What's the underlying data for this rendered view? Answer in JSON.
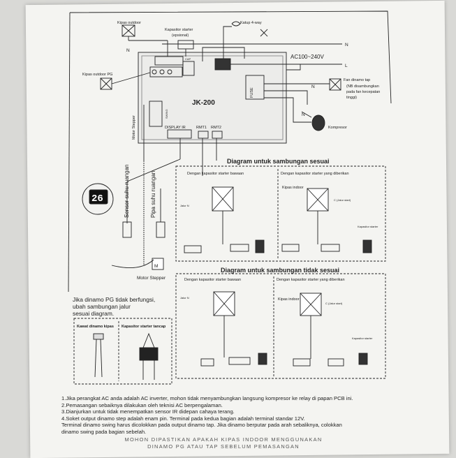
{
  "top": {
    "kipas_outdoor": "Kipas outdoor",
    "kapasitor_starter": "Kapasitor starter",
    "opsional": "(epsional)",
    "katup": "Katup 4-way",
    "n": "N",
    "l": "L",
    "ac_voltage": "AC100~240V",
    "fan_dinamo": "Fan dinamo tap",
    "fan_note": [
      "(NB disambungkan",
      "pada fan kecepatan",
      "tinggi)"
    ],
    "kompresor": "Kompresor",
    "kipas_outdoor_pg": "Kipas outdoor PG",
    "board_model": "JK-200",
    "cap": "CAP",
    "fuse": "FUSE",
    "display_ir": "DISPLAY IR",
    "rmt1": "RMT1",
    "rmt2": "RMT2",
    "motor_stepper_v": "Motor Stepper",
    "swing": "SWING",
    "sensor_suhu": "Sensor suhu ruangan",
    "pipa_suhu": "Pipa suhu ruangan",
    "display_value": "26",
    "motor_stepper": "Motor Stepper",
    "m": "M"
  },
  "sesuai": {
    "title": "Diagram untuk sambungan sesuai",
    "panel_a": "Dengan kapasitor starter bawaan",
    "panel_b": "Dengan kapasitor starter yang diberikan",
    "kipas_indoor": "Kipas indoor",
    "jalur_n": "Jalur N",
    "c_jalur": "C (Jalur start)",
    "kapasitor_starter": "Kapasitor starter"
  },
  "tidak": {
    "title": "Diagram untuk sambungan tidak sesuai",
    "panel_a": "Dengan kapasitor starter bawaan",
    "panel_b": "Dengan kapasitor starter yang diberikan",
    "kipas_indoor": "Kipas indoor",
    "jalur_n": "Jalur N",
    "c_jalur": "C (Jalur start)",
    "kapasitor_starter": "Kapasitor starter"
  },
  "left_note": [
    "Jika dinamo PG tidak berfungsi,",
    "ubah sambungan jalur",
    "sesuai diagram."
  ],
  "kawat_label": "Kawat dinamo kipas",
  "kapasitor_tancap": "Kapasitor starter tancap",
  "notes": [
    "1.Jika perangkat AC anda adalah AC inverter, mohon tidak menyambungkan langsung kompresor ke relay di papan PCB ini.",
    "2.Pemasangan sebaiknya dilakukan oleh teknisi AC berpengalaman.",
    "3.Dianjurkan untuk tidak menempatkan sensor IR didepan cahaya terang.",
    "4.Soket output dinamo step adalah enam pin. Terminal pada kedua bagian adalah terminal standar 12V.",
    "Terminal dinamo swing harus dicolokkan pada output dinamo tap. Jika dinamo berputar pada arah sebaliknya, colokkan",
    "dinamo swing pada bagian sebelah."
  ],
  "footer": [
    "MOHON DIPASTIKAN APAKAH KIPAS INDOOR MENGGUNAKAN",
    "DINAMO PG ATAU TAP SEBELUM PEMASANGAN"
  ]
}
